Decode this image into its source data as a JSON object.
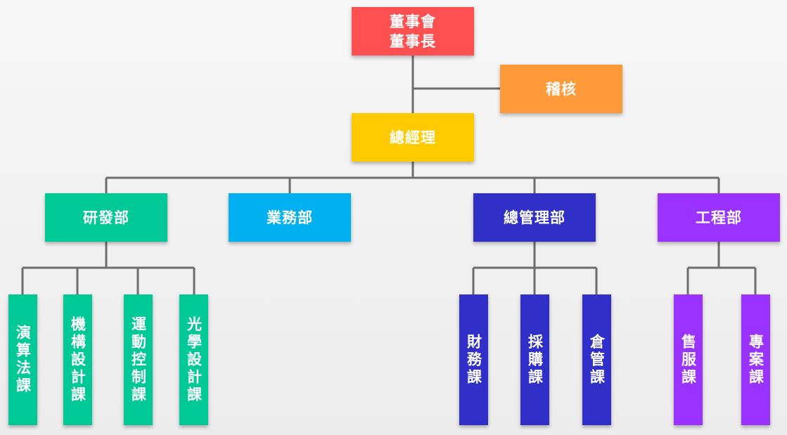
{
  "chart": {
    "board": {
      "line1": "董事會",
      "line2": "董事長"
    },
    "audit": "稽核",
    "gm": "總經理",
    "departments": {
      "rd": "研發部",
      "sales": "業務部",
      "admin": "總管理部",
      "eng": "工程部"
    },
    "rd_sections": [
      "演算法課",
      "機構設計課",
      "運動控制課",
      "光學設計課"
    ],
    "admin_sections": [
      "財務課",
      "採購課",
      "倉管課"
    ],
    "eng_sections": [
      "售服課",
      "專案課"
    ]
  },
  "colors": {
    "board": "#fe5050",
    "audit": "#ff9a3a",
    "gm": "#ffcb00",
    "rd": "#00c896",
    "sales": "#00b0f0",
    "admin": "#3030c8",
    "eng": "#9a33ff",
    "connector": "#6d6d6d"
  }
}
